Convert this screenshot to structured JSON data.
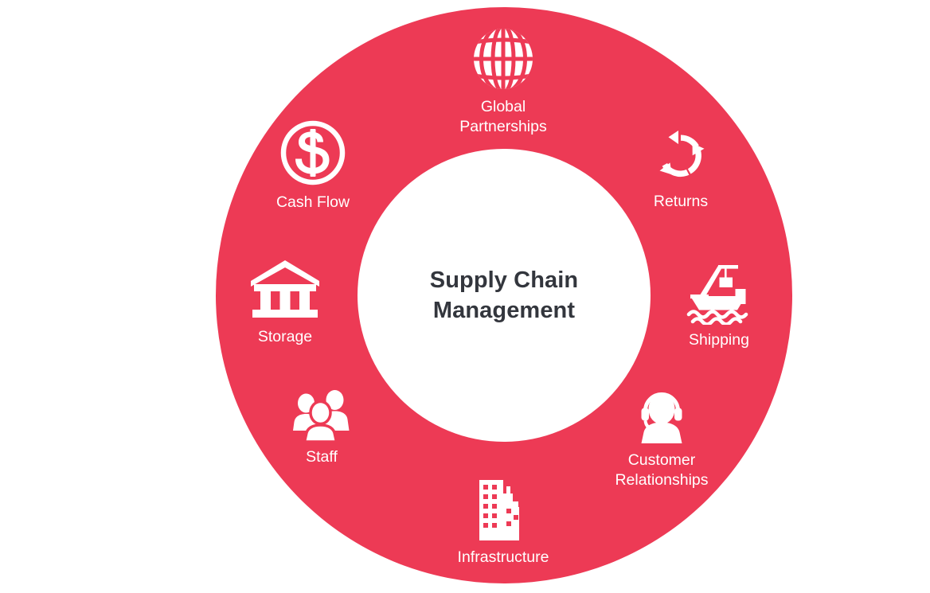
{
  "diagram": {
    "type": "donut-hub-and-spoke",
    "center": {
      "title_line1": "Supply Chain",
      "title_line2": "Management",
      "text_color": "#33363d"
    },
    "colors": {
      "ring": "#ed3a55",
      "hub_background": "#ffffff",
      "icon": "#ffffff",
      "label": "#ffffff",
      "page_background": "#ffffff"
    },
    "nodes": [
      {
        "id": "global-partnerships",
        "label": "Global\nPartnerships",
        "icon": "globe-icon",
        "position": "top"
      },
      {
        "id": "returns",
        "label": "Returns",
        "icon": "recycle-arrows-icon",
        "position": "top-right"
      },
      {
        "id": "shipping",
        "label": "Shipping",
        "icon": "cargo-ship-icon",
        "position": "right"
      },
      {
        "id": "customer-relationships",
        "label": "Customer\nRelationships",
        "icon": "headset-agent-icon",
        "position": "bottom-right"
      },
      {
        "id": "infrastructure",
        "label": "Infrastructure",
        "icon": "buildings-icon",
        "position": "bottom"
      },
      {
        "id": "staff",
        "label": "Staff",
        "icon": "people-group-icon",
        "position": "bottom-left"
      },
      {
        "id": "storage",
        "label": "Storage",
        "icon": "warehouse-columns-icon",
        "position": "left"
      },
      {
        "id": "cash-flow",
        "label": "Cash Flow",
        "icon": "dollar-coin-icon",
        "position": "top-left"
      }
    ]
  }
}
